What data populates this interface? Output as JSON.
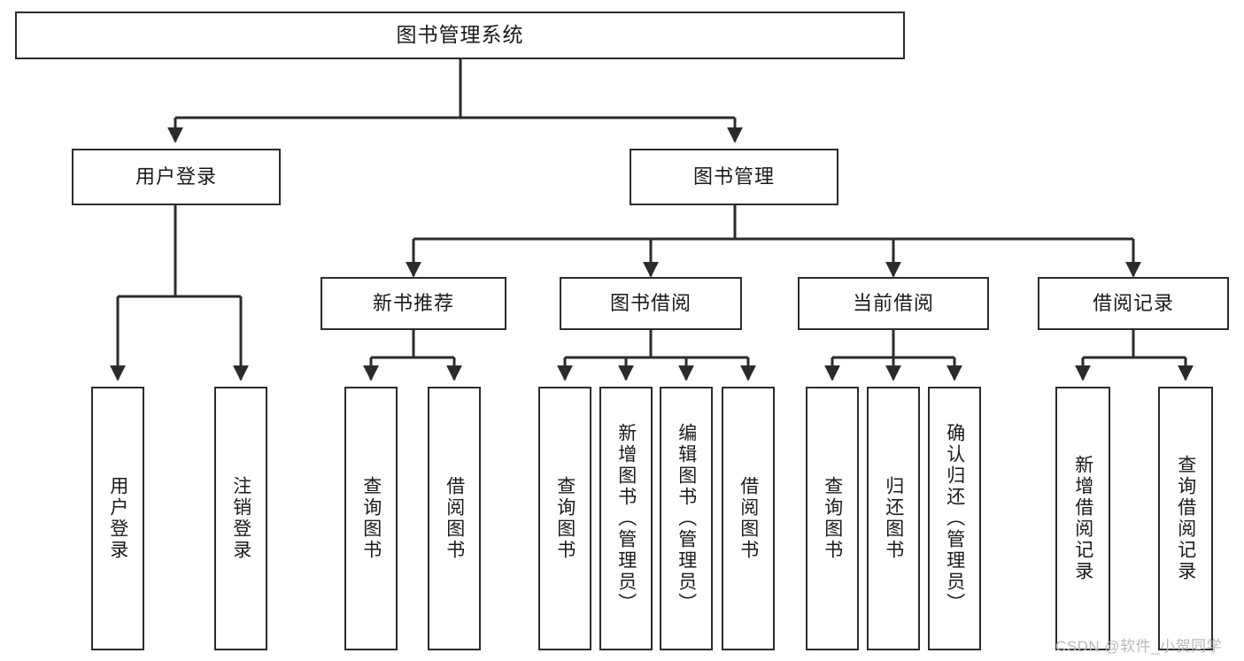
{
  "diagram": {
    "title": "图书管理系统",
    "type": "tree-hierarchy-diagram",
    "watermark": "CSDN @软件_小贺同学",
    "colors": {
      "box_border": "#2b2b2b",
      "box_fill": "#ffffff",
      "edge": "#2b2b2b",
      "text": "#1a1a1a",
      "watermark": "#b9b9b9",
      "background": "#ffffff"
    },
    "levels": {
      "root": "图书管理系统",
      "level2": [
        "用户登录",
        "图书管理"
      ],
      "level3": [
        "新书推荐",
        "图书借阅",
        "当前借阅",
        "借阅记录"
      ]
    },
    "nodes": {
      "root": {
        "label": "图书管理系统"
      },
      "user_login": {
        "label": "用户登录"
      },
      "book_manage": {
        "label": "图书管理"
      },
      "new_book_rec": {
        "label": "新书推荐"
      },
      "book_borrow": {
        "label": "图书借阅"
      },
      "current_borrow": {
        "label": "当前借阅"
      },
      "borrow_record": {
        "label": "借阅记录"
      }
    },
    "leaves": {
      "user_login": [
        {
          "label": "用户登录"
        },
        {
          "label": "注销登录"
        }
      ],
      "new_book_rec": [
        {
          "label": "查询图书"
        },
        {
          "label": "借阅图书"
        }
      ],
      "book_borrow": [
        {
          "label": "查询图书"
        },
        {
          "label": "新增图书（管理员）"
        },
        {
          "label": "编辑图书（管理员）"
        },
        {
          "label": "借阅图书"
        }
      ],
      "current_borrow": [
        {
          "label": "查询图书"
        },
        {
          "label": "归还图书"
        },
        {
          "label": "确认归还（管理员）"
        }
      ],
      "borrow_record": [
        {
          "label": "新增借阅记录"
        },
        {
          "label": "查询借阅记录"
        }
      ]
    }
  }
}
